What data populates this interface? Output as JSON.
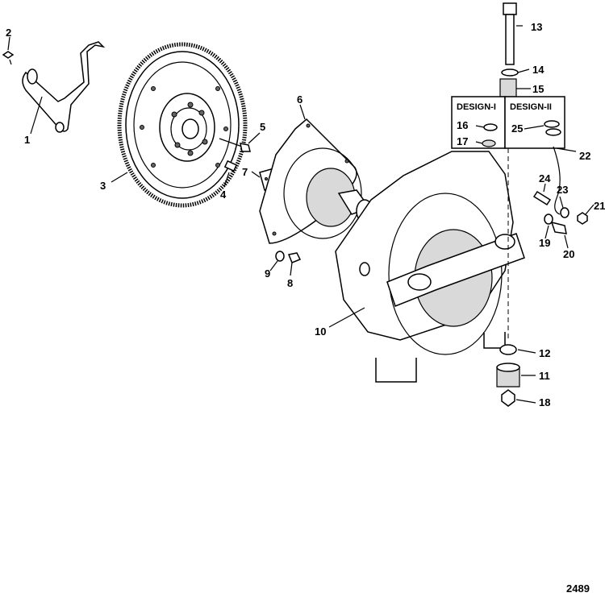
{
  "callouts": {
    "c1": "1",
    "c2": "2",
    "c3": "3",
    "c4": "4",
    "c5": "5",
    "c6": "6",
    "c7": "7",
    "c8": "8",
    "c9": "9",
    "c10": "10",
    "c11": "11",
    "c12": "12",
    "c13": "13",
    "c14": "14",
    "c15": "15",
    "c16": "16",
    "c17": "17",
    "c18": "18",
    "c19": "19",
    "c20": "20",
    "c21": "21",
    "c22": "22",
    "c23": "23",
    "c24": "24",
    "c25": "25"
  },
  "design_boxes": {
    "design_1": "DESIGN-I",
    "design_2": "DESIGN-II"
  },
  "figure_number": "2489"
}
